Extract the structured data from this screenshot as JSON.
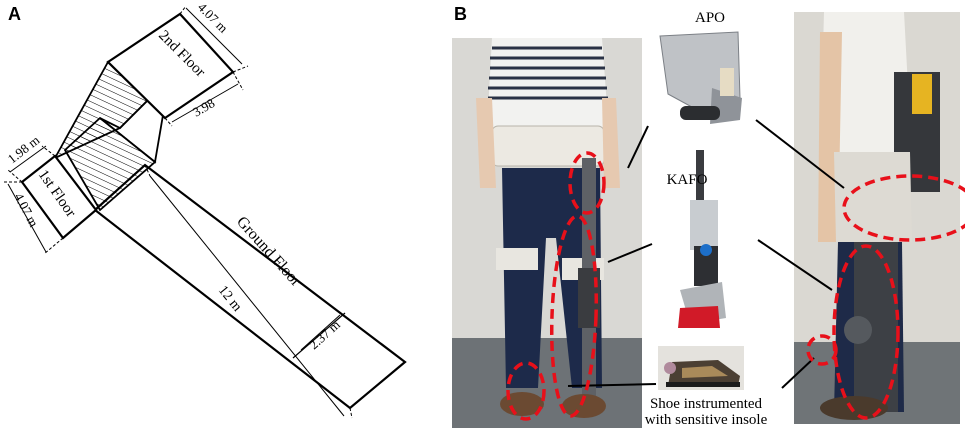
{
  "figure": {
    "panel_a": {
      "label": "A",
      "floors": {
        "ground": "Ground Floor",
        "first": "1st Floor",
        "second": "2nd Floor"
      },
      "dimensions": {
        "second_width": "4.07 m",
        "second_gap": "3.98",
        "first_left_top": "1.98 m",
        "first_side": "4.07 m",
        "ground_length": "12 m",
        "ground_width": "2.37 m"
      }
    },
    "panel_b": {
      "label": "B",
      "callouts": {
        "apo": "APO",
        "kafo": "KAFO",
        "shoe_line1": "Shoe instrumented",
        "shoe_line2": "with sensitive insole"
      }
    }
  },
  "colors": {
    "highlight": "#e8101a",
    "line": "#000000"
  }
}
